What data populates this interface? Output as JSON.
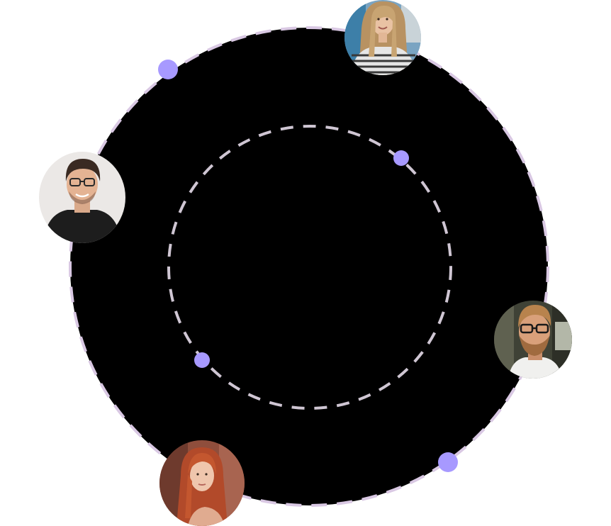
{
  "scene": {
    "background_color": "#ffffff",
    "outer_disc_color": "#000000",
    "outer_ring_dash_color": "#d9c8e3",
    "inner_ring_dash_color": "#cfc6d3",
    "orbit_dot_color": "#a799ff"
  },
  "orbit_dots": [
    {
      "ring": "outer"
    },
    {
      "ring": "outer"
    },
    {
      "ring": "inner"
    },
    {
      "ring": "inner"
    }
  ],
  "avatars": [
    {
      "name": "woman-long-blonde-hair",
      "icon": "avatar-photo"
    },
    {
      "name": "man-glasses-black-shirt",
      "icon": "avatar-photo"
    },
    {
      "name": "man-beard-glasses",
      "icon": "avatar-photo"
    },
    {
      "name": "woman-red-hair",
      "icon": "avatar-photo"
    }
  ]
}
